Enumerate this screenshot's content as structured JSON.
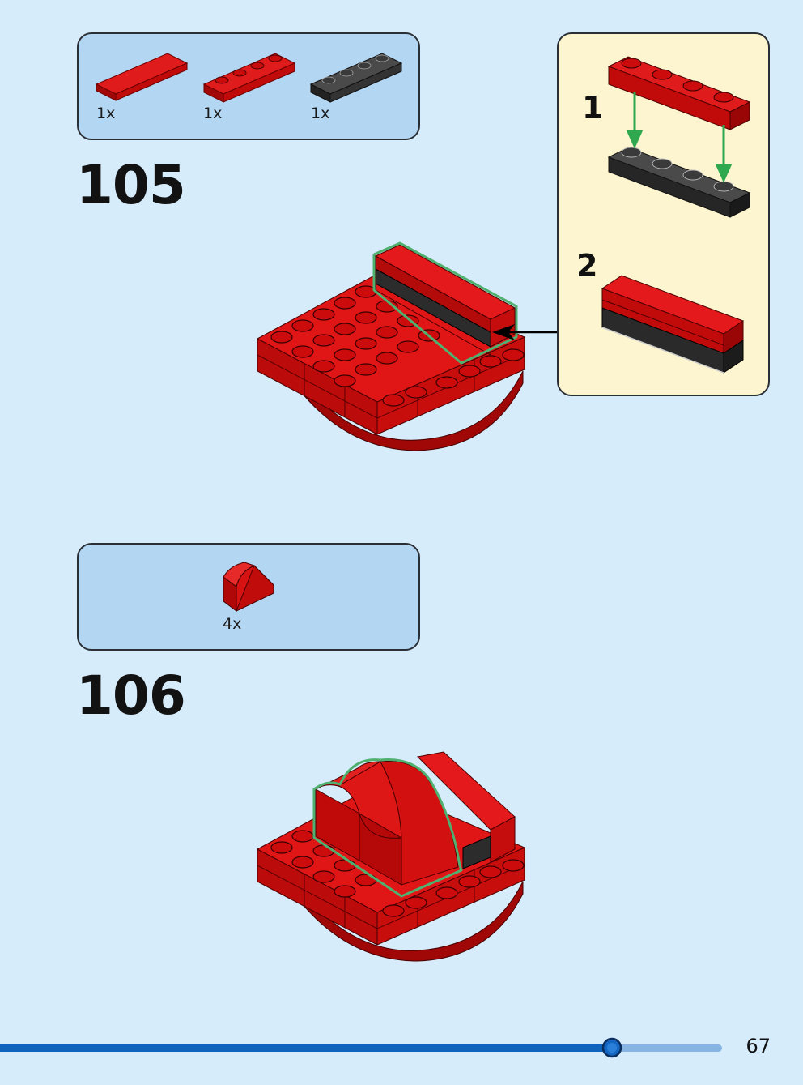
{
  "steps": [
    {
      "number": "105",
      "parts": [
        {
          "qty": "1x",
          "icon": "red-1x4-tile-icon",
          "color": "#d20a0a"
        },
        {
          "qty": "1x",
          "icon": "red-1x4-plate-icon",
          "color": "#d20a0a"
        },
        {
          "qty": "1x",
          "icon": "black-1x4-plate-icon",
          "color": "#333333"
        }
      ],
      "subassembly": {
        "steps": [
          "1",
          "2"
        ]
      }
    },
    {
      "number": "106",
      "parts": [
        {
          "qty": "4x",
          "icon": "red-curved-slope-icon",
          "color": "#d20a0a"
        }
      ]
    }
  ],
  "page": {
    "number": "67",
    "progress": 0.84
  },
  "colors": {
    "background": "#d6ecfb",
    "parts_box": "#b3d6f3",
    "subassembly_box": "#fdf5cf",
    "brick_red": "#d20a0a",
    "highlight": "#4fb070",
    "progress_bar": "#0d63be"
  }
}
